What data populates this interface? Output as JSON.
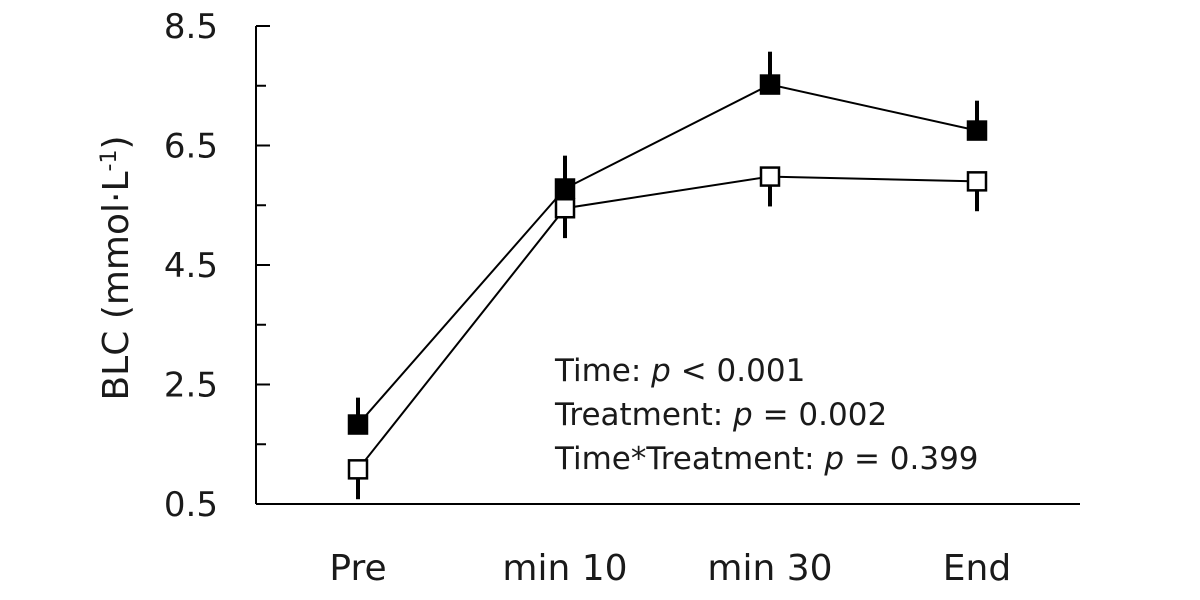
{
  "chart_data": {
    "type": "line",
    "title": "",
    "xlabel": "",
    "ylabel": "BLC (mmol·L⁻¹)",
    "ylabel_parts": {
      "main": "BLC (mmol·L",
      "sup": "-1",
      "close": ")"
    },
    "categories": [
      "Pre",
      "min 10",
      "min 30",
      "End"
    ],
    "ylim": [
      0.5,
      8.5
    ],
    "yticks": [
      0.5,
      2.5,
      4.5,
      6.5,
      8.5
    ],
    "yticks_minor": [
      1.5,
      3.5,
      5.5,
      7.5
    ],
    "grid": false,
    "legend": null,
    "series": [
      {
        "name": "Filled squares",
        "marker": "filled-square",
        "color": "#000000",
        "values": [
          1.83,
          5.78,
          7.52,
          6.75
        ],
        "error_up": [
          0.45,
          0.55,
          0.55,
          0.5
        ]
      },
      {
        "name": "Open squares",
        "marker": "open-square",
        "color": "#000000",
        "values": [
          1.08,
          5.45,
          5.98,
          5.9
        ],
        "error_down": [
          0.5,
          0.5,
          0.5,
          0.5
        ]
      }
    ],
    "annotations": [
      {
        "label": "Time: ",
        "p": "p",
        "rest": " < 0.001"
      },
      {
        "label": "Treatment: ",
        "p": "p",
        "rest": " = 0.002"
      },
      {
        "label": "Time*Treatment: ",
        "p": "p",
        "rest": " = 0.399"
      }
    ]
  }
}
